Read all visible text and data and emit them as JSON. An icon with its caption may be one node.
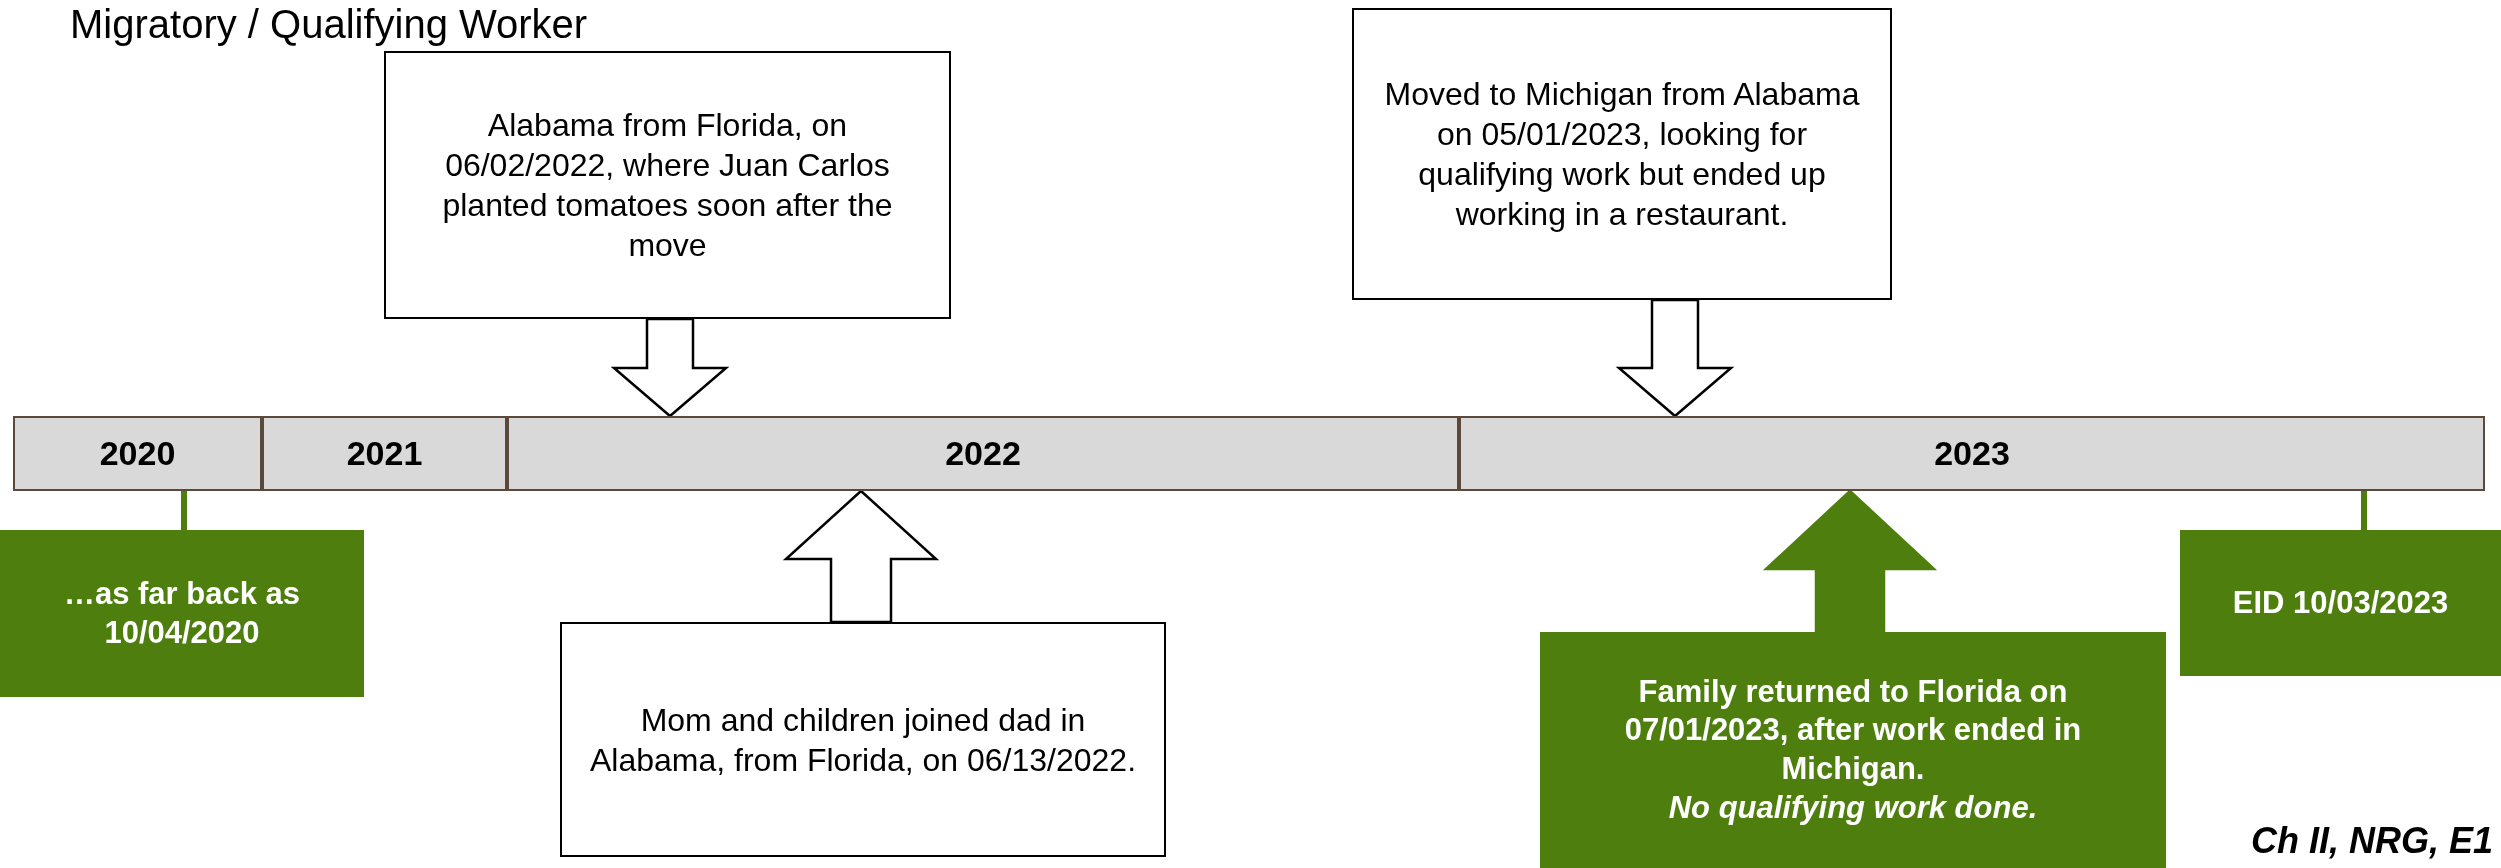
{
  "diagram": {
    "title": "Migratory / Qualifying Worker",
    "nodes": [
      {
        "text": [
          "Alabama from Florida, on 06/02/2022, where Juan Carlos planted tomatoes soon after the move"
        ]
      },
      {
        "text": [
          "Moved to Michigan from Alabama on 05/01/2023, looking for qualifying work but ended up working in a restaurant."
        ]
      },
      {
        "text": [
          "2020"
        ]
      },
      {
        "text": [
          "2021"
        ]
      },
      {
        "text": [
          "2022"
        ]
      },
      {
        "text": [
          "2023"
        ]
      },
      {
        "text": [
          "Mom and children joined dad in Alabama, from Florida, on 06/13/2022."
        ]
      },
      {
        "text": [
          "…as far back as 10/04/2020"
        ]
      },
      {
        "text": [
          "Family returned to Florida on 07/01/2023, after work ended in Michigan.",
          "*No qualifying work done.*"
        ]
      },
      {
        "text": [
          "EID 10/03/2023"
        ]
      }
    ],
    "edges": [
      {
        "from": 0,
        "to": 4,
        "arrow": "to"
      },
      {
        "from": 1,
        "to": 5,
        "arrow": "to"
      },
      {
        "from": 6,
        "to": 4,
        "arrow": "to"
      },
      {
        "from": 7,
        "to": 2,
        "arrow": "none",
        "color": "#4e7f0e"
      },
      {
        "from": 8,
        "to": 5,
        "arrow": "to",
        "color": "#4e7f0e"
      },
      {
        "from": 9,
        "to": 5,
        "arrow": "none",
        "color": "#4e7f0e"
      }
    ],
    "labels": [
      "Ch II, NRG, E1"
    ]
  }
}
